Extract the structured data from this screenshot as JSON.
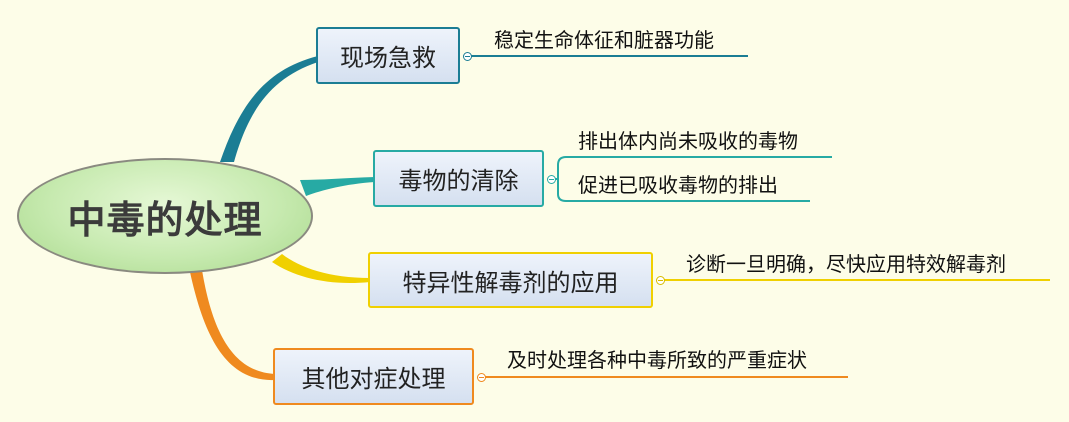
{
  "central_topic": "中毒的处理",
  "colors": {
    "background": "#fdfde8",
    "branch_1": "#1b7d94",
    "branch_2": "#27aaa4",
    "branch_3": "#f0d000",
    "branch_4": "#ef8a1f"
  },
  "branches": [
    {
      "label": "现场急救",
      "details": [
        "稳定生命体征和脏器功能"
      ]
    },
    {
      "label": "毒物的清除",
      "details": [
        "排出体内尚未吸收的毒物",
        "促进已吸收毒物的排出"
      ]
    },
    {
      "label": "特异性解毒剂的应用",
      "details": [
        "诊断一旦明确，尽快应用特效解毒剂"
      ]
    },
    {
      "label": "其他对症处理",
      "details": [
        "及时处理各种中毒所致的严重症状"
      ]
    }
  ]
}
